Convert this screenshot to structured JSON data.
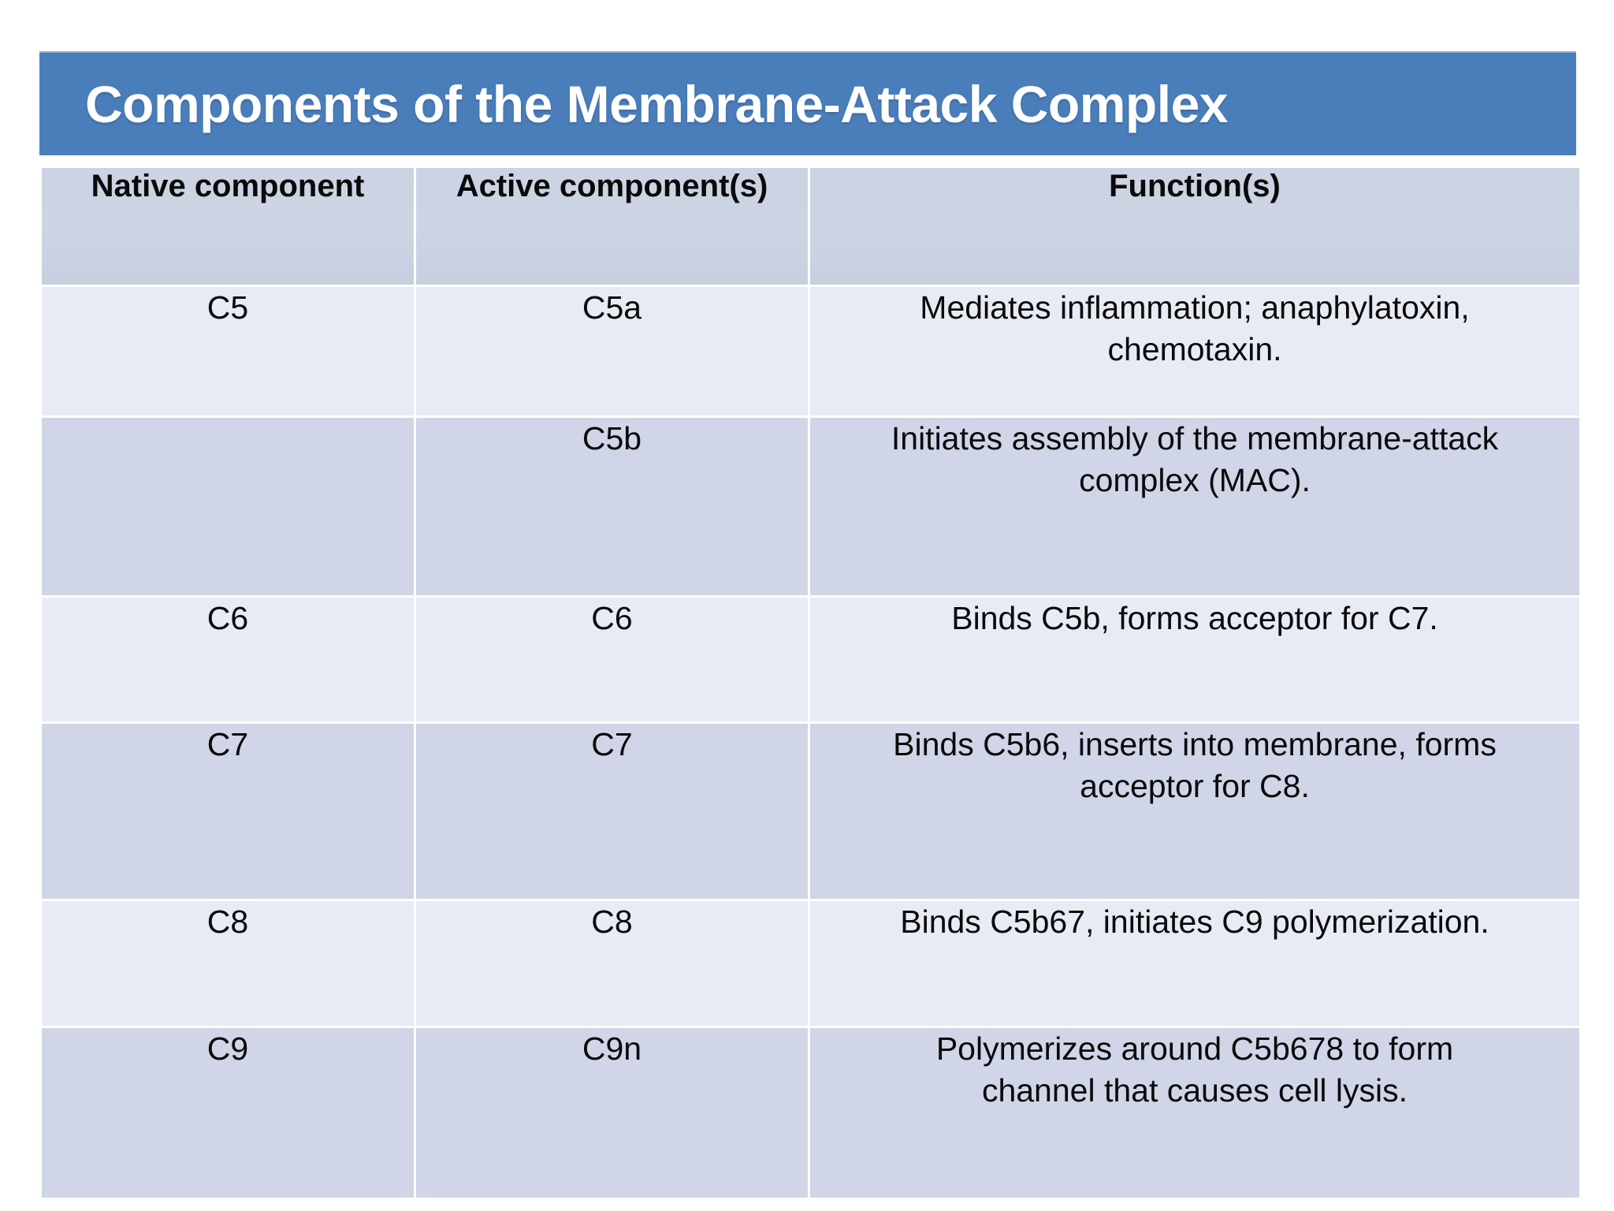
{
  "slide": {
    "title": "Components of the Membrane-Attack Complex",
    "colors": {
      "title_bar": "#4a7ebb",
      "title_text": "#ffffff",
      "header_row": "#ccd3e3",
      "band_light": "#e8ebf4",
      "band_dark": "#d0d5e7",
      "body_text": "#0a0a0a"
    }
  },
  "table": {
    "headers": [
      "Native component",
      "Active component(s)",
      "Function(s)"
    ],
    "rows": [
      {
        "native": "C5",
        "active": "C5a",
        "function": "Mediates inflammation; anaphylatoxin, chemotaxin.",
        "band": "light"
      },
      {
        "native": "",
        "active": "C5b",
        "function": "Initiates assembly of the membrane-attack complex (MAC).",
        "band": "dark"
      },
      {
        "native": "C6",
        "active": "C6",
        "function": "Binds C5b, forms acceptor for C7.",
        "band": "light"
      },
      {
        "native": "C7",
        "active": "C7",
        "function": "Binds C5b6, inserts into membrane, forms acceptor for C8.",
        "band": "dark"
      },
      {
        "native": "C8",
        "active": "C8",
        "function": "Binds C5b67, initiates C9 polymerization.",
        "band": "light"
      },
      {
        "native": "C9",
        "active": "C9n",
        "function": "Polymerizes around C5b678 to form channel that causes cell lysis.",
        "band": "dark"
      }
    ]
  }
}
